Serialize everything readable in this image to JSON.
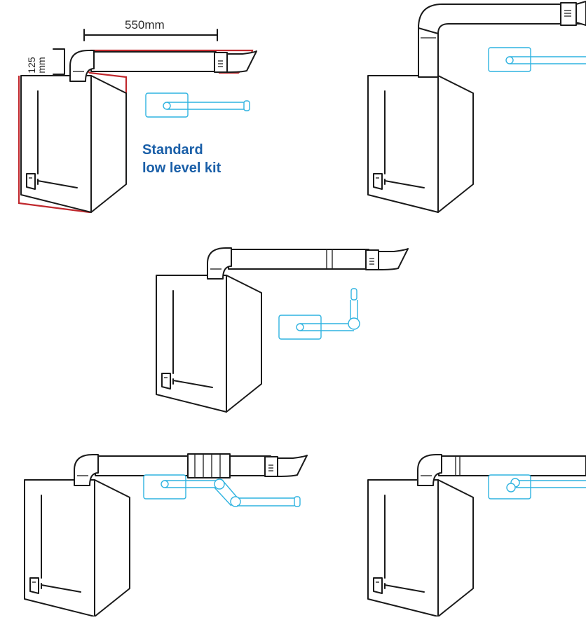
{
  "colors": {
    "outline": "#1a1a1a",
    "highlight": "#c0282d",
    "plan_lines": "#2fb3e0",
    "label": "#1a5fa8",
    "flue_shade": "#cfcfcf"
  },
  "dimensions": {
    "horizontal": "550mm",
    "vertical_value": "125",
    "vertical_unit": "mm"
  },
  "labels": {
    "kit_line1": "Standard",
    "kit_line2": "low level kit"
  }
}
